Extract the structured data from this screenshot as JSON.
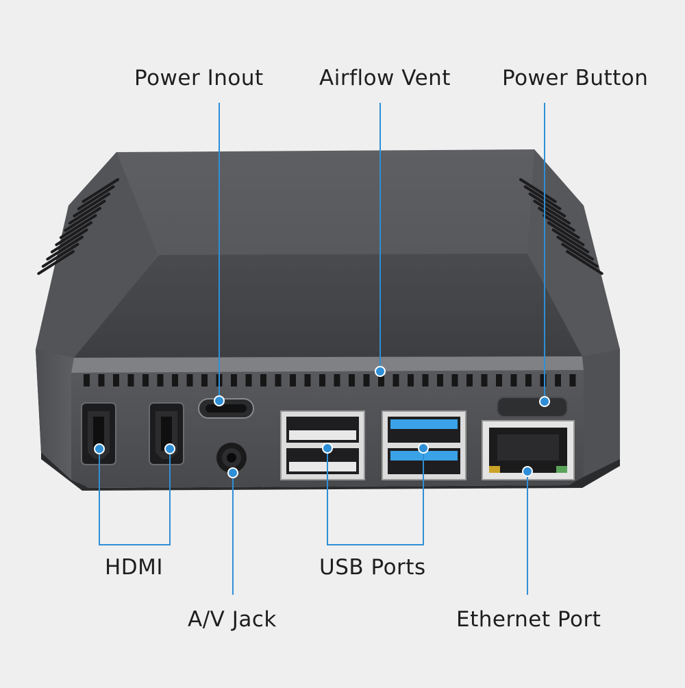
{
  "labels": {
    "power_input": "Power Inout",
    "airflow_vent": "Airflow Vent",
    "power_button": "Power Button",
    "hdmi": "HDMI",
    "av_jack": "A/V Jack",
    "usb_ports": "USB Ports",
    "ethernet_port": "Ethernet Port"
  },
  "colors": {
    "background": "#efefef",
    "leader_line": "#2f8fd6",
    "case_dark": "#3b3c3f",
    "case_mid": "#57585b",
    "usb3_blue": "#3aa3e8",
    "text": "#1e1e1e"
  }
}
